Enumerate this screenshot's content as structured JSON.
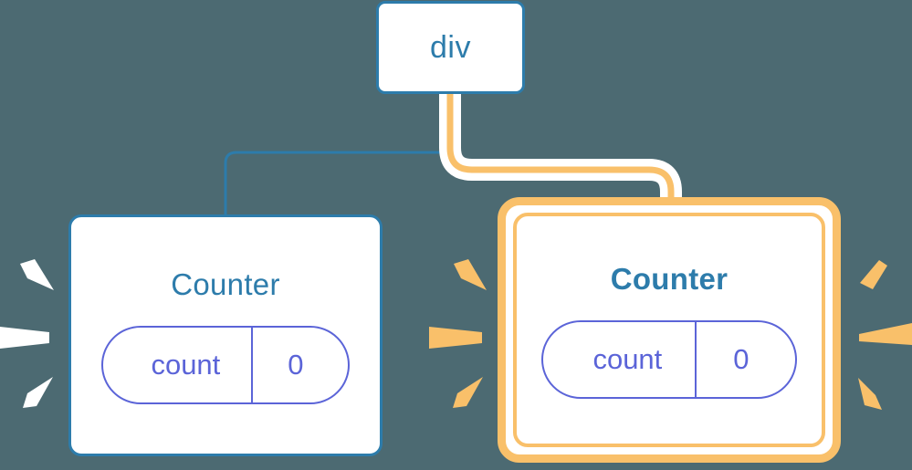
{
  "diagram": {
    "title_node": {
      "label": "div"
    },
    "background_color": "#4c6a72",
    "accent_blue": "#2d7cab",
    "accent_indigo": "#5b64d8",
    "accent_orange": "#f9c06a",
    "accent_white": "#ffffff"
  },
  "nodes": {
    "root": {
      "label": "div"
    },
    "counter_left": {
      "title": "Counter",
      "state_key": "count",
      "state_value": "0",
      "highlight": "white-burst"
    },
    "counter_right": {
      "title": "Counter",
      "state_key": "count",
      "state_value": "0",
      "highlight": "orange-burst"
    }
  },
  "edges": [
    {
      "name": "div-to-counter-left",
      "color": "#2d7cab",
      "style": "thin"
    },
    {
      "name": "div-to-counter-right",
      "color": "#f9c06a",
      "style": "thick-haloed"
    }
  ],
  "bursts": {
    "left_rays_color": "#ffffff",
    "middle_rays_color": "#f9c06a",
    "right_rays_color": "#f9c06a",
    "ray_count_per_group": 3
  }
}
